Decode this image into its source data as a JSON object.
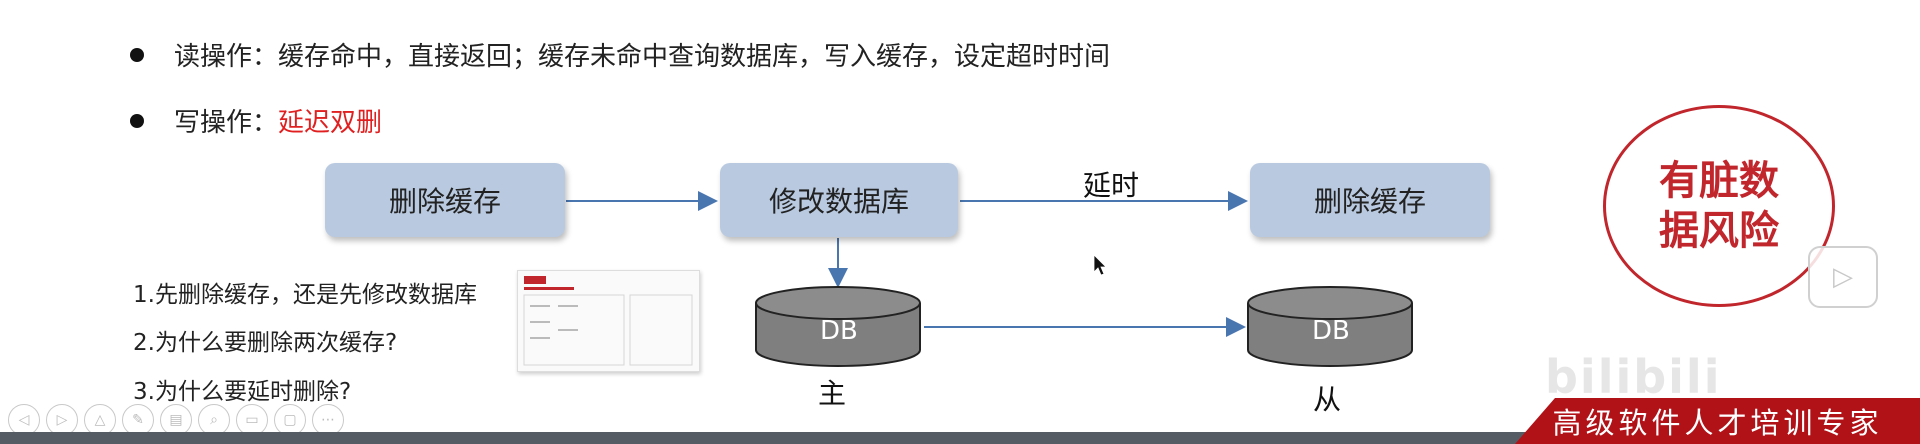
{
  "bullets": {
    "read_label": "读操作：",
    "read_text": "缓存命中，直接返回；缓存未命中查询数据库，写入缓存，设定超时时间",
    "write_label": "写操作：",
    "write_text": "延迟双删"
  },
  "diagram": {
    "box1": "删除缓存",
    "box2": "修改数据库",
    "box3": "删除缓存",
    "delay_label": "延时",
    "db_master": "DB",
    "db_slave": "DB",
    "master_label": "主",
    "slave_label": "从"
  },
  "questions": [
    "1.先删除缓存，还是先修改数据库",
    "2.为什么要删除两次缓存?",
    "3.为什么要延时删除?"
  ],
  "risk": {
    "line1": "有脏数",
    "line2": "据风险"
  },
  "banner": {
    "text": "高级软件人才培训专家"
  },
  "colors": {
    "accent_red": "#c0262c",
    "box_blue": "#b8c9e0",
    "arrow_blue": "#4a76b0",
    "db_gray": "#7f7f7f"
  }
}
